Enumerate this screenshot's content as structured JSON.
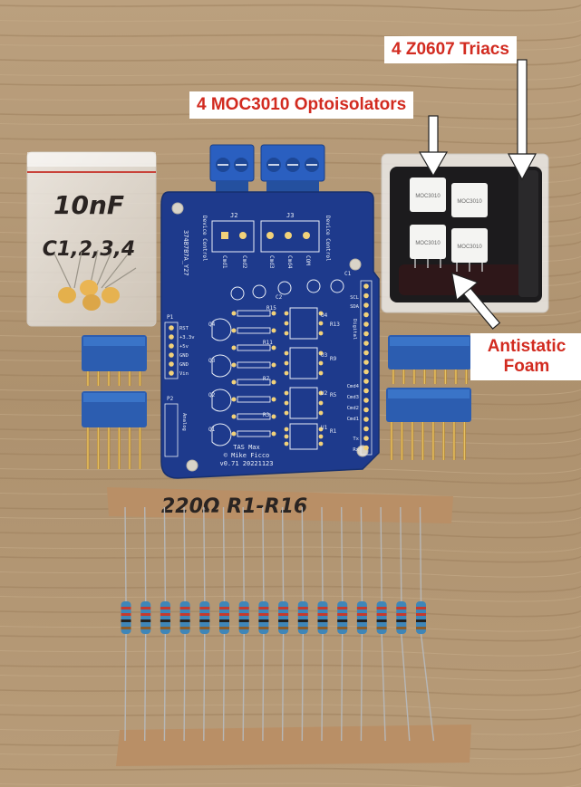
{
  "callouts": {
    "triacs": "4 Z0607 Triacs",
    "optoisolators": "4 MOC3010 Optoisolators",
    "foam": "Antistatic Foam"
  },
  "capacitor_bag": {
    "line1": "10nF",
    "line2": "C1,2,3,4"
  },
  "resistor_tape": {
    "label": "220Ω R1-R16"
  },
  "pcb": {
    "id": "374B7B7A_Y27",
    "header_labels": {
      "j2": "J2",
      "j3": "J3",
      "device_control": "Device Control"
    },
    "cmd_labels": [
      "Cmd1",
      "Cmd2",
      "Cmd3",
      "Cmd4",
      "COM"
    ],
    "left_pins": [
      "RST",
      "+3.3v",
      "+5v",
      "GND",
      "GND",
      "Vin"
    ],
    "p1": "P1",
    "p2": "P2",
    "analog": "Analog",
    "right_pins": [
      "SCL",
      "SDA",
      "Digital",
      "Cmd4",
      "Cmd3",
      "Cmd2",
      "Cmd1",
      "Tx",
      "Rx"
    ],
    "refs": [
      "R15",
      "R13",
      "R11",
      "R9",
      "R7",
      "R5",
      "R3",
      "R1",
      "U4",
      "U3",
      "U2",
      "U1",
      "Q4",
      "Q3",
      "Q2",
      "Q1",
      "C1",
      "C2"
    ],
    "footer": {
      "name": "TAS Max",
      "author": "© Mike Ficco",
      "version": "v0.71  20221123"
    }
  },
  "colors": {
    "wood": "#b59a78",
    "pcb": "#1e3a8c",
    "callout_text": "#d22b20",
    "header_blue": "#2857a8",
    "tape": "#b98f66"
  },
  "resistor_count": 16
}
